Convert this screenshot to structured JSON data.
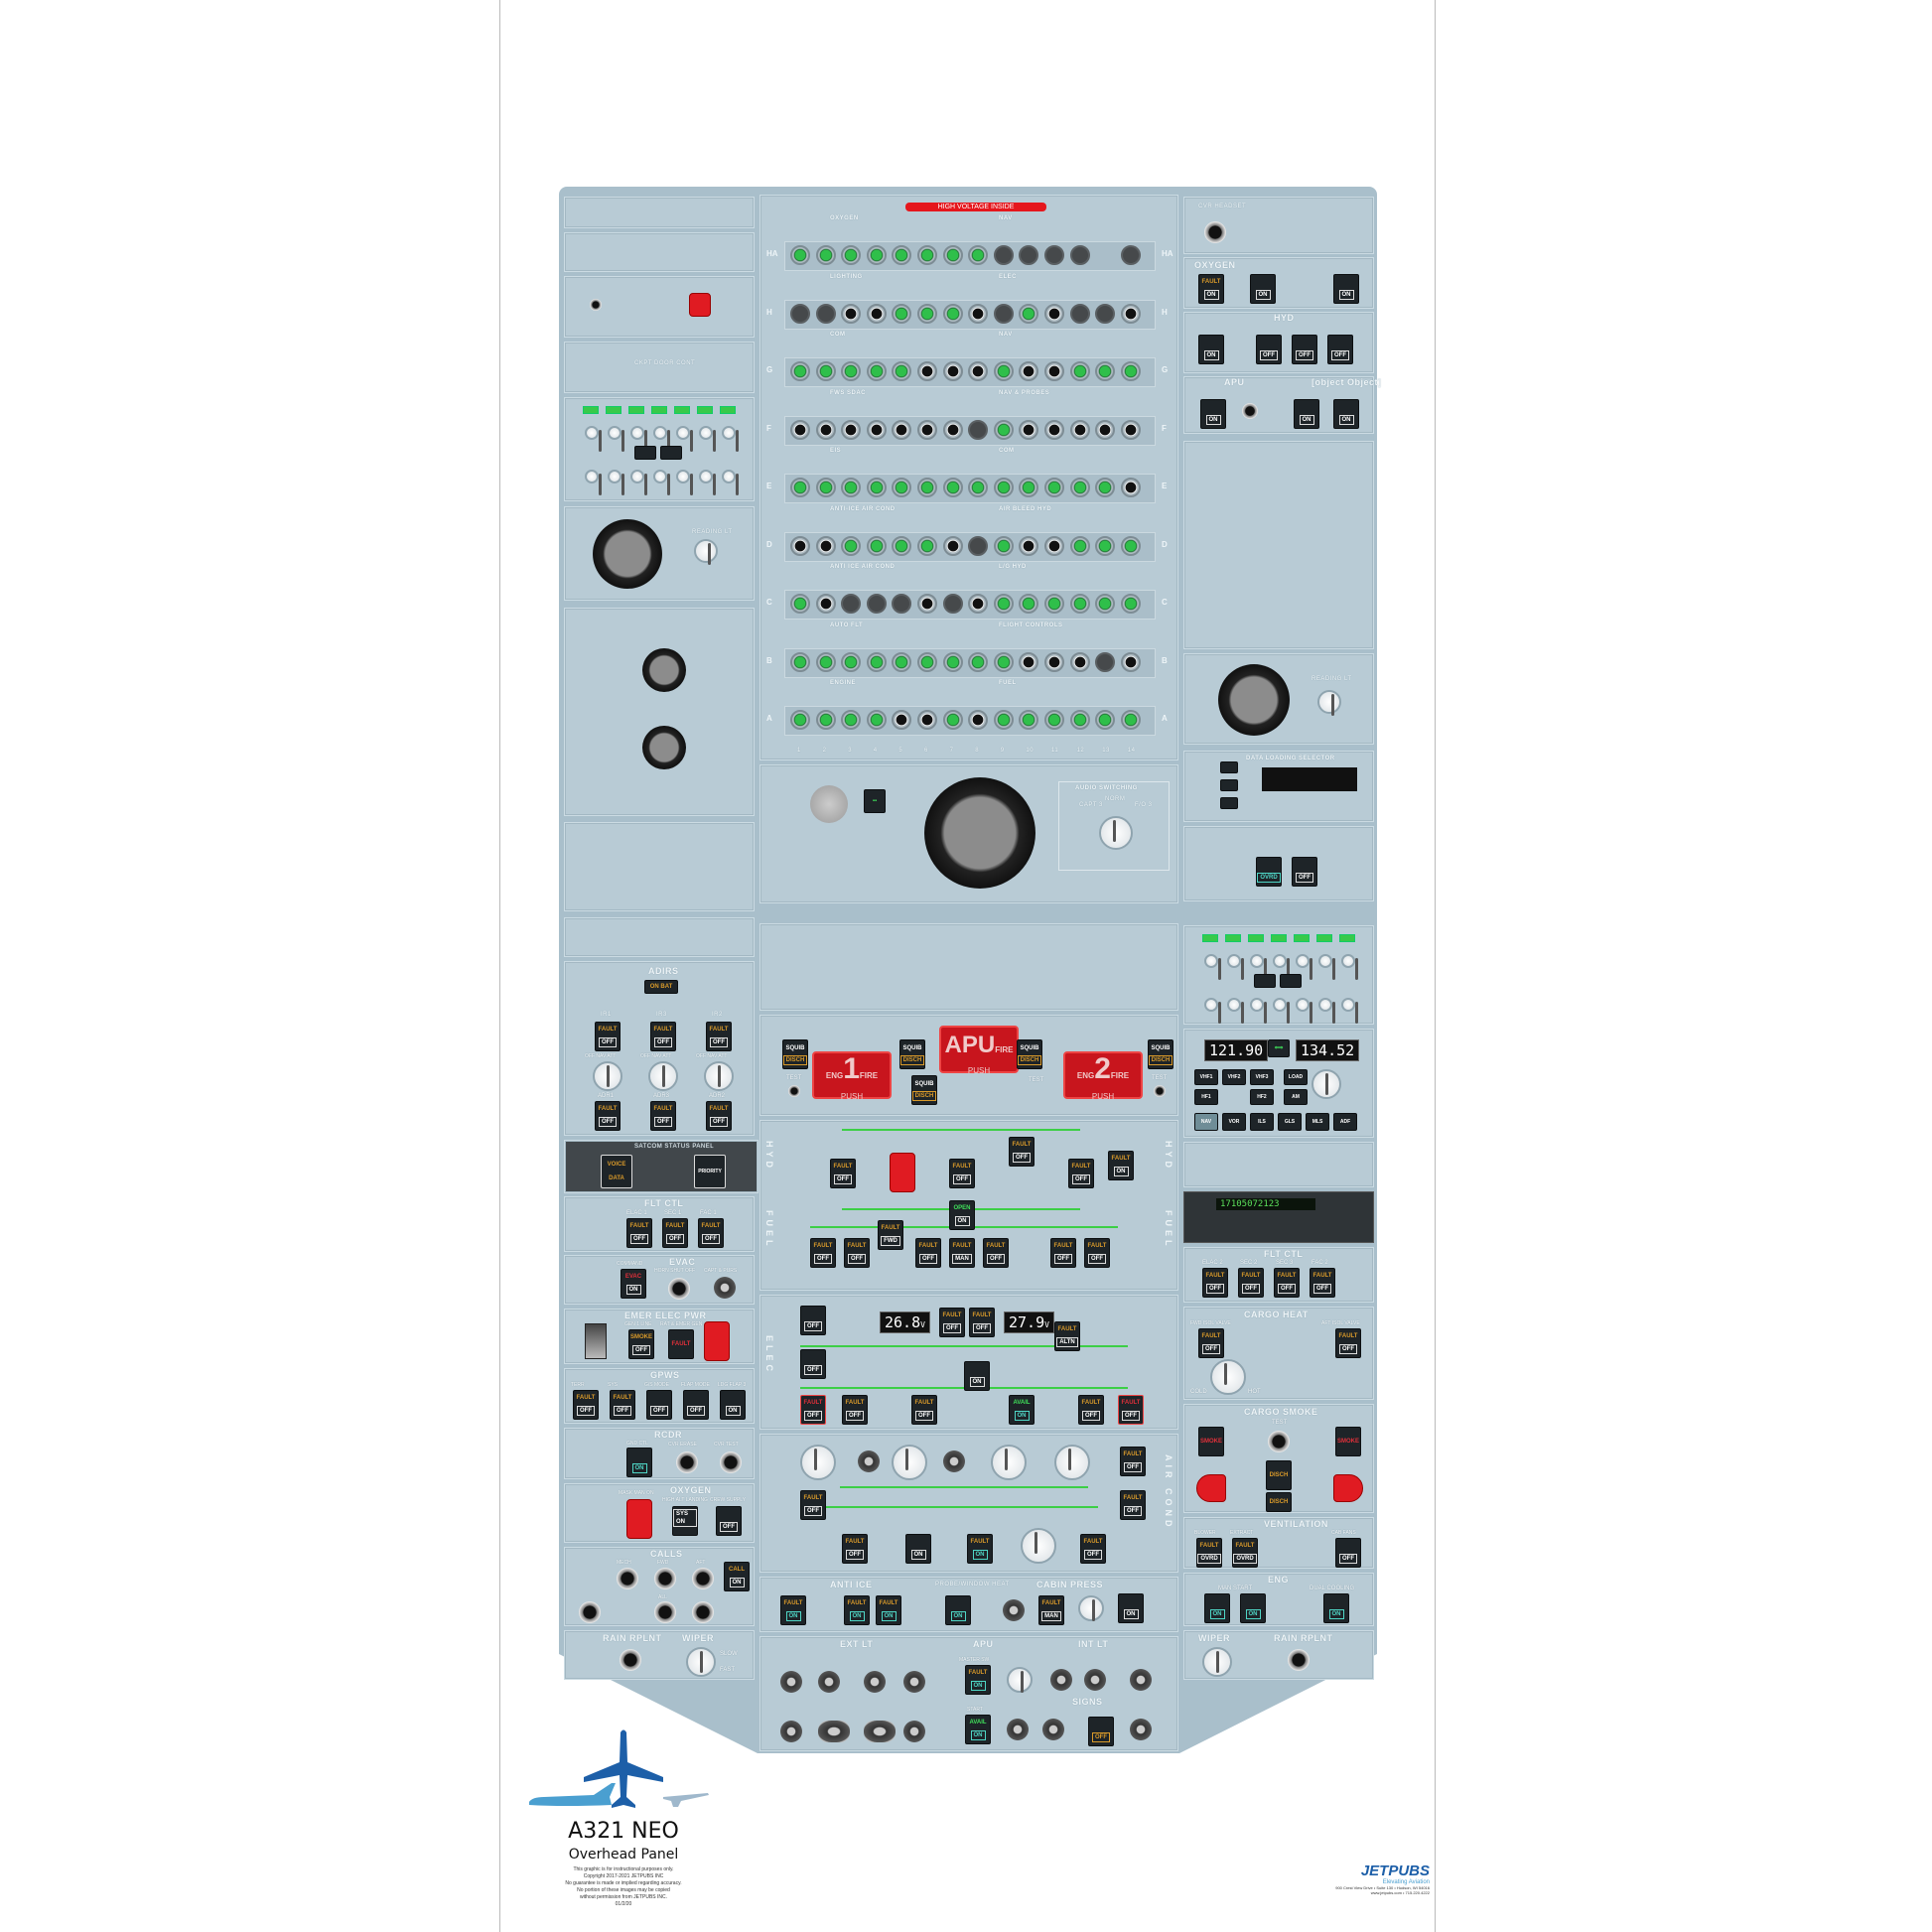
{
  "title": "A321 NEO",
  "subtitle": "Overhead Panel",
  "copyright": [
    "This graphic is for instructional purposes only.",
    "Copyright 2017-2021 JETPUBS INC",
    "No guarantee is made or implied regarding accuracy.",
    "No portion of these images may be copied",
    "without permission from JETPUBS INC.",
    "01/2/20"
  ],
  "brand": {
    "name": "JETPUBS",
    "tagline": "Elevating Aviation",
    "address": "900 Crest View Drive • Suite 130 • Hudson, WI 54016",
    "contact": "www.jetpubs.com • 715.220.4222",
    "color": "#1d5fa8"
  },
  "colors": {
    "panel": "#b8cbd5",
    "amber": "#d99a2a",
    "cyan": "#4fd6c6",
    "green": "#3ccf46",
    "red": "#e01b22"
  },
  "warning": "HIGH VOLTAGE INSIDE",
  "breakers": {
    "rows": [
      {
        "id": "HA",
        "pattern": "ggggggggxxxx-x",
        "header": "OXYGEN",
        "header2": "NAV"
      },
      {
        "id": "H",
        "pattern": "xxwwgggwxgwxxw",
        "header": "LIGHTING",
        "header2": "ELEC"
      },
      {
        "id": "G",
        "pattern": "gggggwwwgwwggg",
        "header": "COM",
        "header2": "NAV"
      },
      {
        "id": "F",
        "pattern": "wwwwwwwxgwwwww",
        "header": "FWS   SDAC",
        "header2": "NAV & PROBES"
      },
      {
        "id": "E",
        "pattern": "gggggggggggggw",
        "header": "EIS",
        "header2": "COM"
      },
      {
        "id": "D",
        "pattern": "wwggggwxgwwggg",
        "header": "ANTI-ICE   AIR COND",
        "header2": "AIR BLEED   HYD"
      },
      {
        "id": "C",
        "pattern": "gwxxxwxwgggggg",
        "header": "ANTI ICE   AIR COND",
        "header2": "L/G   HYD"
      },
      {
        "id": "B",
        "pattern": "gggggggggwwwxw",
        "header": "AUTO FLT",
        "header2": "FLIGHT CONTROLS"
      },
      {
        "id": "A",
        "pattern": "ggggwwgwgggggg",
        "header": "ENGINE",
        "header2": "FUEL"
      }
    ],
    "columns": [
      "1",
      "2",
      "3",
      "4",
      "5",
      "6",
      "7",
      "8",
      "9",
      "10",
      "11",
      "12",
      "13",
      "14"
    ]
  },
  "left": {
    "ckpt_door": "CKPT DOOR CONT",
    "reading_lt": "READING LT",
    "adirs": {
      "title": "ADIRS",
      "on_bat": "ON BAT",
      "ir": [
        "IR1",
        "IR3",
        "IR2"
      ],
      "adr": [
        "ADR1",
        "ADR3",
        "ADR2"
      ],
      "fault": "FAULT",
      "off": "OFF",
      "modes": "OFF NAV ATT"
    },
    "satcom": {
      "title": "SATCOM STATUS PANEL",
      "status": "STATUS",
      "voice": "VOICE",
      "data": "DATA",
      "priority": "PRIORITY"
    },
    "flt_ctl": {
      "title": "FLT CTL",
      "buttons": [
        "ELAC 1",
        "SEC 1",
        "FAC 1"
      ]
    },
    "evac": {
      "title": "EVAC",
      "command": "COMMAND",
      "on": "ON",
      "evac": "EVAC",
      "horn": "HORN SHUT OFF",
      "capt": "CAPT & PURS"
    },
    "emer_elec": {
      "title": "EMER ELEC PWR",
      "gen1": "GEN 1 LINE",
      "smoke": "SMOKE",
      "off": "OFF",
      "rat": "RAT & EMER GEN",
      "fault": "FAULT",
      "man_on": "MAN ON"
    },
    "gpws": {
      "title": "GPWS",
      "buttons": [
        {
          "top": "FAULT",
          "bot": "OFF",
          "name": "TERR"
        },
        {
          "top": "FAULT",
          "bot": "OFF",
          "name": "SYS"
        },
        {
          "top": "",
          "bot": "OFF",
          "name": "G/S MODE"
        },
        {
          "top": "",
          "bot": "OFF",
          "name": "FLAP MODE"
        },
        {
          "top": "",
          "bot": "ON",
          "name": "LDG FLAP 3"
        }
      ]
    },
    "rcdr": {
      "title": "RCDR",
      "gnd_ctl": "GND CTL",
      "on": "ON",
      "erase": "CVR ERASE",
      "test": "CVR TEST"
    },
    "oxygen": {
      "title": "OXYGEN",
      "mask": "MASK MAN ON",
      "high_alt": "HIGH ALT LANDING",
      "sys_on": "SYS ON",
      "crew": "CREW SUPPLY",
      "off": "OFF"
    },
    "calls": {
      "title": "CALLS",
      "jacks": [
        "FWD",
        "MECH",
        "ALL",
        "AFT",
        "EMER"
      ],
      "call": "CALL",
      "on": "ON"
    },
    "rain": "RAIN RPLNT",
    "wiper": "WIPER",
    "wiper_pos": [
      "OFF",
      "SLOW",
      "FAST"
    ]
  },
  "center": {
    "audio": "AUDIO SWITCHING",
    "audio_pos": [
      "CAPT 3",
      "NORM",
      "F/O 3"
    ],
    "fire": {
      "eng1": "1",
      "apu": "APU",
      "eng2": "2",
      "eng": "ENG",
      "fire": "FIRE",
      "push": "PUSH",
      "squib": "SQUIB",
      "disch": "DISCH",
      "test": "TEST"
    },
    "hyd": "HYD",
    "fuel": "FUEL",
    "elec": "ELEC",
    "air_cond": "AIR COND",
    "fault": "FAULT",
    "off": "OFF",
    "on": "ON",
    "man": "MAN",
    "fwd": "FWD",
    "altn": "ALTN",
    "open": "OPEN",
    "avail": "AVAIL",
    "elec_disp": [
      "26.8",
      "27.9"
    ],
    "volt_unit": "V",
    "anti_ice": "ANTI ICE",
    "probe": "PROBE/WINDOW HEAT",
    "cabin_press": "CABIN PRESS",
    "ext_lt": "EXT LT",
    "apu": "APU",
    "int_lt": "INT LT",
    "signs": "SIGNS",
    "master_sw": "MASTER SW",
    "start": "START"
  },
  "right": {
    "cvr": "CVR HEADSET",
    "oxygen": "OXYGEN",
    "hyd": "HYD",
    "apu": "APU",
    "eng": {
      "title": "ENG",
      "man_start": "MAN START",
      "dual_cooling": "DUAL COOLING"
    },
    "data_loading": "DATA LOADING SELECTOR",
    "rmp": {
      "active": "121.90",
      "standby": "134.52",
      "keys": [
        "VHF1",
        "VHF2",
        "VHF3",
        "LOAD",
        "HF1",
        "HF2",
        "AM"
      ],
      "nav_keys": [
        "NAV",
        "VOR",
        "ILS",
        "GLS",
        "MLS",
        "ADF"
      ]
    },
    "mcdu": "17105072123",
    "flt_ctl": {
      "title": "FLT CTL",
      "buttons": [
        "ELAC 2",
        "SEC 2",
        "SEC 3",
        "FAC 2"
      ]
    },
    "cargo_heat": {
      "title": "CARGO HEAT",
      "fwd": "FWD ISOL VALVE",
      "aft": "AFT ISOL VALVE",
      "pos": [
        "COLD",
        "HOT"
      ]
    },
    "cargo_smoke": {
      "title": "CARGO SMOKE",
      "test": "TEST",
      "smoke": "SMOKE",
      "disch": "DISCH"
    },
    "ventilation": {
      "title": "VENTILATION",
      "blower": "BLOWER",
      "extract": "EXTRACT",
      "ovrd": "OVRD",
      "cab_fans": "CAB FANS"
    },
    "wiper": "WIPER",
    "rain": "RAIN RPLNT"
  }
}
